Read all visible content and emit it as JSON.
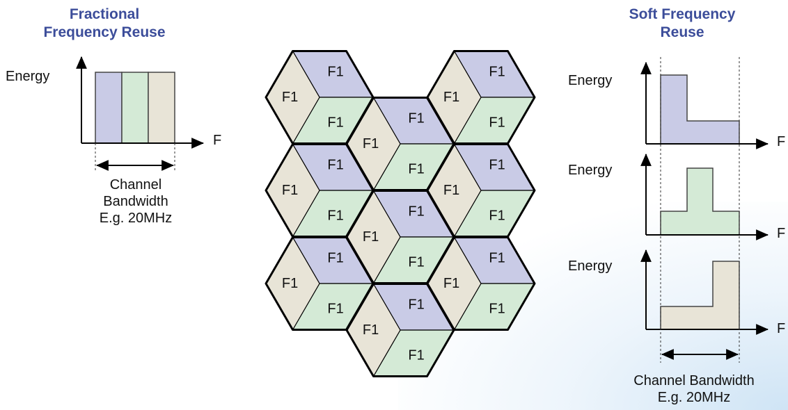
{
  "ffr": {
    "title_line1": "Fractional",
    "title_line2": "Frequency Reuse",
    "energy_label": "Energy",
    "f_label": "F",
    "bandwidth_line1": "Channel",
    "bandwidth_line2": "Bandwidth",
    "bandwidth_line3": "E.g. 20MHz"
  },
  "sfr": {
    "title_line1": "Soft Frequency",
    "title_line2": "Reuse",
    "energy_labels": [
      "Energy",
      "Energy",
      "Energy"
    ],
    "f_labels": [
      "F",
      "F",
      "F"
    ],
    "bandwidth_line1": "Channel Bandwidth",
    "bandwidth_line2": "E.g. 20MHz"
  },
  "grid": {
    "cell_label": "F1"
  },
  "colors": {
    "blue": "#c9cbe6",
    "green": "#d4ead6",
    "beige": "#e8e4d7",
    "title": "#3c4d9a"
  }
}
